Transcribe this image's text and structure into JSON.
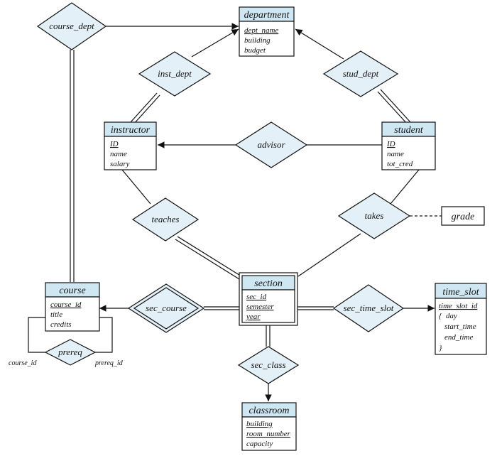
{
  "entities": {
    "department": {
      "name": "department",
      "attributes": [
        "dept_name",
        "building",
        "budget"
      ]
    },
    "instructor": {
      "name": "instructor",
      "attributes": [
        "ID",
        "name",
        "salary"
      ]
    },
    "student": {
      "name": "student",
      "attributes": [
        "ID",
        "name",
        "tot_cred"
      ]
    },
    "section": {
      "name": "section",
      "attributes": [
        "sec_id",
        "semester",
        "year"
      ]
    },
    "course": {
      "name": "course",
      "attributes": [
        "course_id",
        "title",
        "credits"
      ]
    },
    "time_slot": {
      "name": "time_slot",
      "attributes": [
        "time_slot_id",
        "{",
        "day",
        "start_time",
        "end_time",
        "}"
      ]
    },
    "classroom": {
      "name": "classroom",
      "attributes": [
        "building",
        "room_number",
        "capacity"
      ]
    }
  },
  "relationships": {
    "course_dept": "course_dept",
    "inst_dept": "inst_dept",
    "stud_dept": "stud_dept",
    "advisor": "advisor",
    "teaches": "teaches",
    "takes": "takes",
    "sec_course": "sec_course",
    "sec_time_slot": "sec_time_slot",
    "sec_class": "sec_class",
    "prereq": "prereq"
  },
  "relationship_attribute": "grade",
  "role_labels": {
    "left": "course_id",
    "right": "prereq_id"
  },
  "colors": {
    "entity_header": "#cfe7f3",
    "relationship_fill": "#e4f0f7",
    "line": "#111111"
  }
}
